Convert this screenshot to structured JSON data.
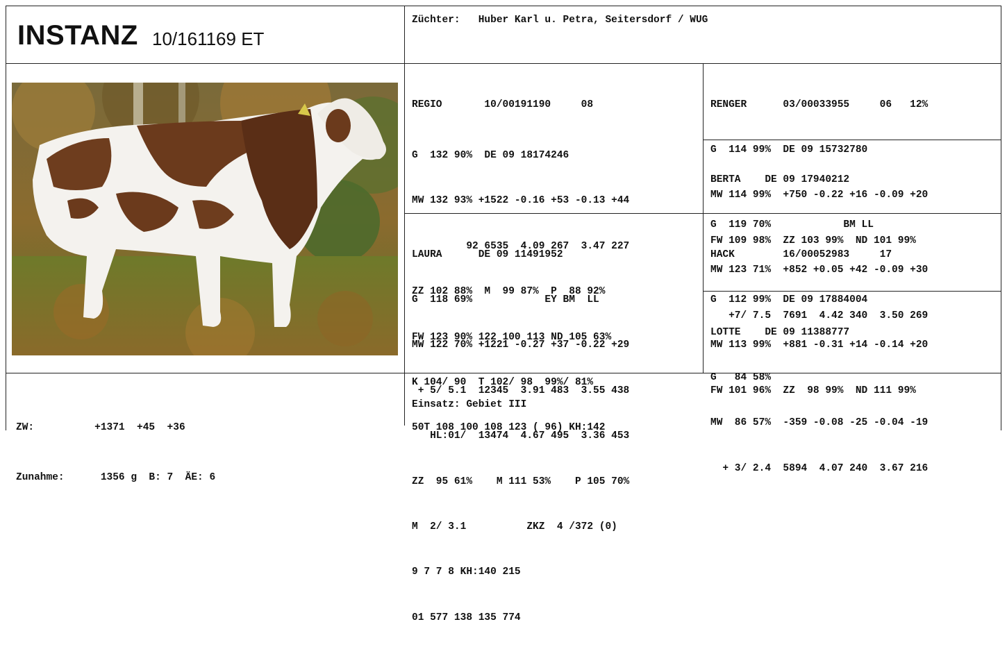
{
  "header": {
    "name": "INSTANZ",
    "id": "10/161169 ET",
    "breeder": "Züchter:   Huber Karl u. Petra, Seitersdorf / WUG"
  },
  "photo": {
    "icon": "bull-photo"
  },
  "sire_block": {
    "lines": [
      "REGIO       10/00191190     08",
      "G  132 90%  DE 09 18174246",
      "MW 132 93% +1522 -0.16 +53 -0.13 +44",
      "         92 6535  4.09 267  3.47 227",
      "ZZ 102 88%  M  99 87%  P  88 92%",
      "FW 123 90% 122 100 113 ND 105 63%",
      "K 104/ 90  T 102/ 98  99%/ 81%",
      "50T 108 100 108 123 ( 96) KH:142"
    ]
  },
  "dam_block": {
    "lines": [
      "LAURA      DE 09 11491952",
      "G  118 69%            EY BM  LL",
      "MW 122 70% +1221 -0.27 +37 -0.22 +29",
      " + 5/ 5.1  12345  3.91 483  3.55 438",
      "   HL:01/  13474  4.67 495  3.36 453",
      "ZZ  95 61%    M 111 53%    P 105 70%",
      "M  2/ 3.1          ZKZ  4 /372 (0)",
      "9 7 7 8 KH:140 215",
      "01 577 138 135 774"
    ]
  },
  "sire_sire_block": {
    "lines": [
      "RENGER      03/00033955     06   12%",
      "G  114 99%  DE 09 15732780",
      "MW 114 99%  +750 -0.22 +16 -0.09 +20",
      "FW 109 98%  ZZ 103 99%  ND 101 99%"
    ]
  },
  "sire_dam_block": {
    "lines": [
      "BERTA    DE 09 17940212",
      "G  119 70%            BM LL",
      "MW 123 71%  +852 +0.05 +42 -0.09 +30",
      "   +7/ 7.5  7691  4.42 340  3.50 269"
    ]
  },
  "dam_sire_block": {
    "lines": [
      "HACK        16/00052983     17",
      "G  112 99%  DE 09 17884004",
      "MW 113 99%  +881 -0.31 +14 -0.14 +20",
      "FW 101 96%  ZZ  98 99%  ND 111 99%"
    ]
  },
  "dam_dam_block": {
    "lines": [
      "LOTTE    DE 09 11388777",
      "G   84 58%",
      "MW  86 57%  -359 -0.08 -25 -0.04 -19",
      "  + 3/ 2.4  5894  4.07 240  3.67 216"
    ]
  },
  "footer": {
    "zw": "ZW:          +1371  +45  +36",
    "zunahme": "Zunahme:      1356 g  B: 7  ÄE: 6",
    "einsatz": "Einsatz: Gebiet III"
  }
}
